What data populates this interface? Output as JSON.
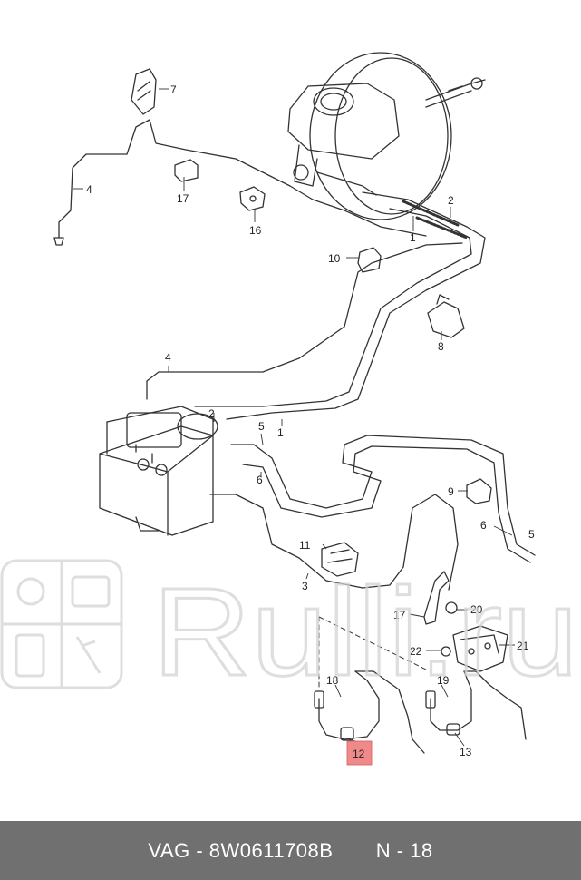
{
  "diagram": {
    "callouts": [
      {
        "id": "c1a",
        "text": "1"
      },
      {
        "id": "c1b",
        "text": "1"
      },
      {
        "id": "c2a",
        "text": "2"
      },
      {
        "id": "c2b",
        "text": "2"
      },
      {
        "id": "c3",
        "text": "3"
      },
      {
        "id": "c4a",
        "text": "4"
      },
      {
        "id": "c4b",
        "text": "4"
      },
      {
        "id": "c5a",
        "text": "5"
      },
      {
        "id": "c5b",
        "text": "5"
      },
      {
        "id": "c6a",
        "text": "6"
      },
      {
        "id": "c6b",
        "text": "6"
      },
      {
        "id": "c7",
        "text": "7"
      },
      {
        "id": "c8",
        "text": "8"
      },
      {
        "id": "c9",
        "text": "9"
      },
      {
        "id": "c10",
        "text": "10"
      },
      {
        "id": "c11",
        "text": "11"
      },
      {
        "id": "c12",
        "text": "12"
      },
      {
        "id": "c13",
        "text": "13"
      },
      {
        "id": "c16",
        "text": "16"
      },
      {
        "id": "c17a",
        "text": "17"
      },
      {
        "id": "c17b",
        "text": "17"
      },
      {
        "id": "c18",
        "text": "18"
      },
      {
        "id": "c19",
        "text": "19"
      },
      {
        "id": "c20",
        "text": "20"
      },
      {
        "id": "c21",
        "text": "21"
      },
      {
        "id": "c22",
        "text": "22"
      }
    ],
    "highlight_color": "#f08a8a",
    "watermark": "Rulli.ru"
  },
  "footer": {
    "brand": "VAG",
    "part_number": "8W0611708B",
    "position": "N - 18"
  }
}
